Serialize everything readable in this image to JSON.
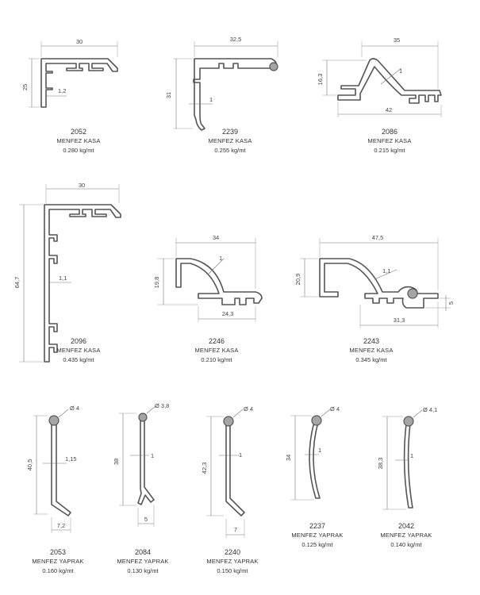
{
  "profiles": [
    {
      "code": "2052",
      "name": "MENFEZ KASA",
      "weight": "0.280 kg/mt",
      "dims": {
        "width": "30",
        "height": "25",
        "wall": "1,2"
      }
    },
    {
      "code": "2239",
      "name": "MENFEZ KASA",
      "weight": "0.255 kg/mt",
      "dims": {
        "width": "32,5",
        "height": "31",
        "wall": "1"
      }
    },
    {
      "code": "2086",
      "name": "MENFEZ KASA",
      "weight": "0.215 kg/mt",
      "dims": {
        "width_top": "35",
        "width_bottom": "42",
        "height": "16,3",
        "wall": "1"
      }
    },
    {
      "code": "2096",
      "name": "MENFEZ KASA",
      "weight": "0.435 kg/mt",
      "dims": {
        "width": "30",
        "height": "64,7",
        "wall": "1,1"
      }
    },
    {
      "code": "2246",
      "name": "MENFEZ KASA",
      "weight": "0.210 kg/mt",
      "dims": {
        "width": "34",
        "height": "19,8",
        "wall": "1",
        "bottom": "24,3"
      }
    },
    {
      "code": "2243",
      "name": "MENFEZ KASA",
      "weight": "0.345 kg/mt",
      "dims": {
        "width": "47,5",
        "height": "20,9",
        "wall": "1,1",
        "bottom": "31,3",
        "step": "5"
      }
    },
    {
      "code": "2053",
      "name": "MENFEZ YAPRAK",
      "weight": "0.160 kg/mt",
      "dims": {
        "diameter": "Ø 4",
        "height": "40,5",
        "wall": "1,15",
        "bottom": "7,2"
      }
    },
    {
      "code": "2084",
      "name": "MENFEZ YAPRAK",
      "weight": "0.130 kg/mt",
      "dims": {
        "diameter": "Ø 3,8",
        "height": "38",
        "wall": "1",
        "bottom": "5"
      }
    },
    {
      "code": "2240",
      "name": "MENFEZ YAPRAK",
      "weight": "0.150 kg/mt",
      "dims": {
        "diameter": "Ø 4",
        "height": "42,3",
        "wall": "1",
        "bottom": "7"
      }
    },
    {
      "code": "2237",
      "name": "MENFEZ YAPRAK",
      "weight": "0.125 kg/mt",
      "dims": {
        "diameter": "Ø 4",
        "height": "34",
        "wall": "1"
      }
    },
    {
      "code": "2042",
      "name": "MENFEZ YAPRAK",
      "weight": "0.140 kg/mt",
      "dims": {
        "diameter": "Ø 4,1",
        "height": "38,3",
        "wall": "1"
      }
    }
  ]
}
